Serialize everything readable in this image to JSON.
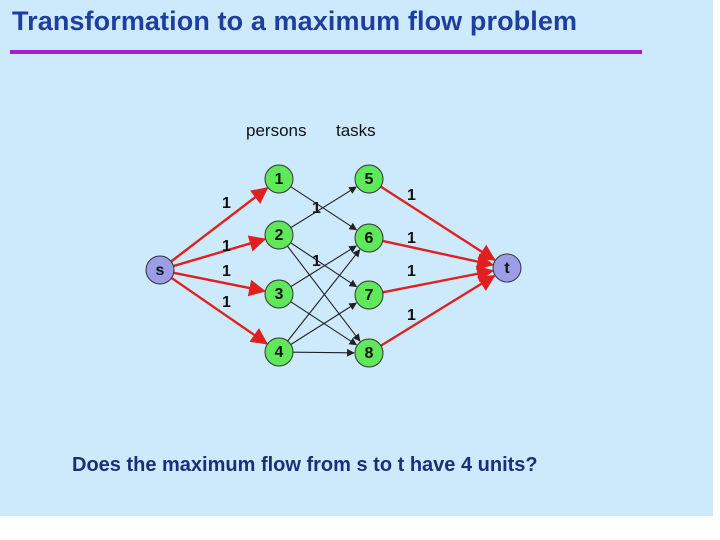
{
  "title": "Transformation to a maximum flow problem",
  "column_labels": {
    "persons": "persons",
    "tasks": "tasks"
  },
  "question": "Does the maximum flow from s to t have 4 units?",
  "colors": {
    "source_sink_fill": "#9b9ee6",
    "inner_node_fill": "#5fe85a",
    "flow_edge": "#e02020",
    "plain_edge": "#222222",
    "title": "#1f3fa0",
    "rule": "#a51bd8"
  },
  "nodes": [
    {
      "id": "s",
      "label": "s",
      "kind": "source"
    },
    {
      "id": "1",
      "label": "1",
      "kind": "person"
    },
    {
      "id": "2",
      "label": "2",
      "kind": "person"
    },
    {
      "id": "3",
      "label": "3",
      "kind": "person"
    },
    {
      "id": "4",
      "label": "4",
      "kind": "person"
    },
    {
      "id": "5",
      "label": "5",
      "kind": "task"
    },
    {
      "id": "6",
      "label": "6",
      "kind": "task"
    },
    {
      "id": "7",
      "label": "7",
      "kind": "task"
    },
    {
      "id": "8",
      "label": "8",
      "kind": "task"
    },
    {
      "id": "t",
      "label": "t",
      "kind": "sink"
    }
  ],
  "edges": [
    {
      "from": "s",
      "to": "1",
      "flow": true
    },
    {
      "from": "s",
      "to": "2",
      "flow": true
    },
    {
      "from": "s",
      "to": "3",
      "flow": true
    },
    {
      "from": "s",
      "to": "4",
      "flow": true
    },
    {
      "from": "1",
      "to": "6",
      "flow": false
    },
    {
      "from": "2",
      "to": "5",
      "flow": false
    },
    {
      "from": "2",
      "to": "7",
      "flow": false
    },
    {
      "from": "2",
      "to": "8",
      "flow": false
    },
    {
      "from": "3",
      "to": "6",
      "flow": false
    },
    {
      "from": "3",
      "to": "8",
      "flow": false
    },
    {
      "from": "4",
      "to": "6",
      "flow": false
    },
    {
      "from": "4",
      "to": "7",
      "flow": false
    },
    {
      "from": "4",
      "to": "8",
      "flow": false
    },
    {
      "from": "5",
      "to": "t",
      "flow": true
    },
    {
      "from": "6",
      "to": "t",
      "flow": true
    },
    {
      "from": "7",
      "to": "t",
      "flow": true
    },
    {
      "from": "8",
      "to": "t",
      "flow": true
    }
  ],
  "edge_labels": [
    "1",
    "1",
    "1",
    "1",
    "1",
    "1",
    "1",
    "1",
    "1",
    "1"
  ]
}
